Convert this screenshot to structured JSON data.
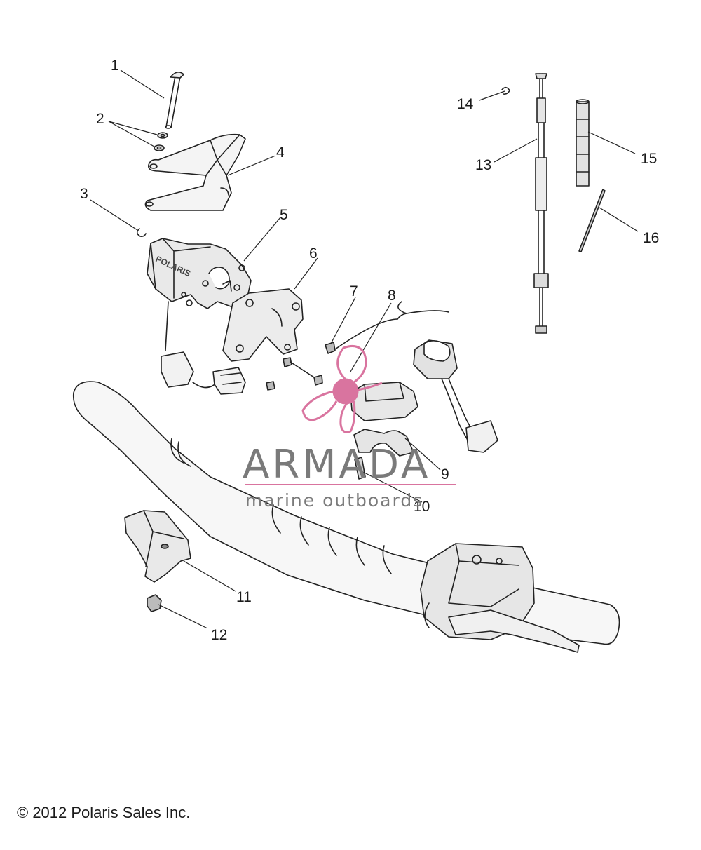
{
  "callouts": [
    "1",
    "2",
    "3",
    "4",
    "5",
    "6",
    "7",
    "8",
    "9",
    "10",
    "11",
    "12",
    "13",
    "14",
    "15",
    "16"
  ],
  "watermark": {
    "brand": "ARMADA",
    "tagline": "marine outboards",
    "accent_color": "#d9749f",
    "text_color": "#7a7a7a"
  },
  "parts_labels": {
    "handlebar_block_text": "POLARIS"
  },
  "copyright": "© 2012 Polaris Sales Inc."
}
